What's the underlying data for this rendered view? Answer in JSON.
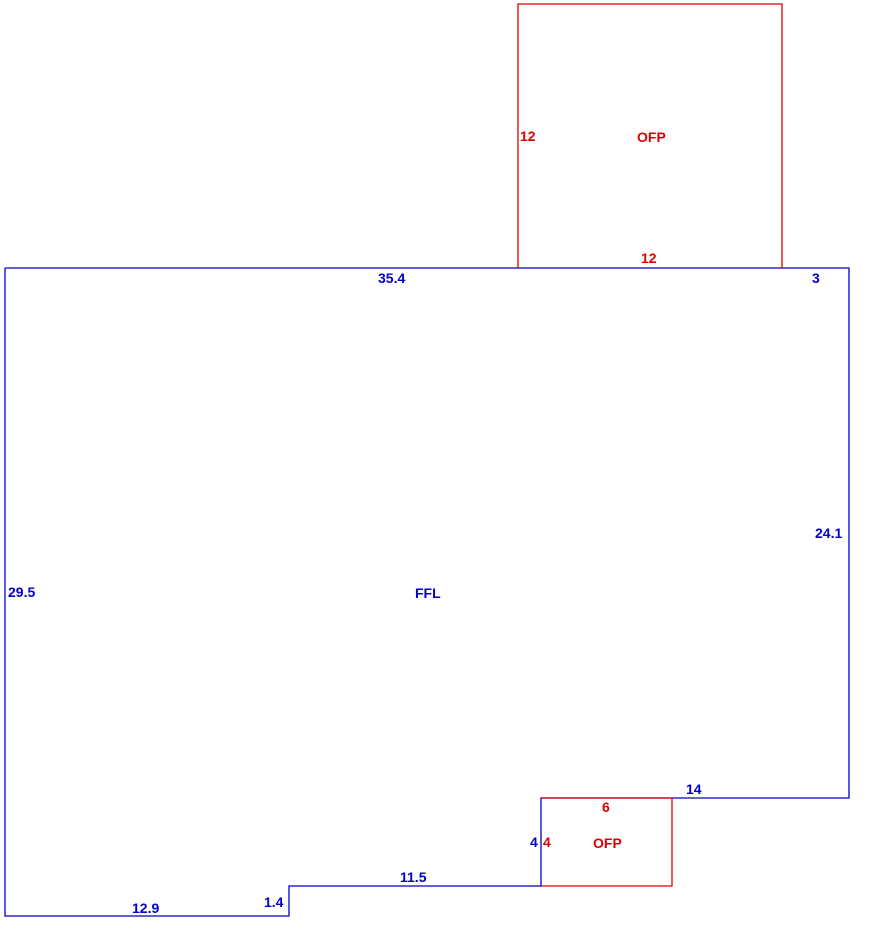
{
  "colors": {
    "main": "#0000cc",
    "porch": "#dd0000",
    "background": "#ffffff"
  },
  "areas": {
    "main": {
      "code": "FFL"
    },
    "porch_top": {
      "code": "OFP"
    },
    "porch_bottom": {
      "code": "OFP"
    }
  },
  "dimensions": {
    "main_top": "35.4",
    "main_top_right": "3",
    "main_right": "24.1",
    "main_notch": "14",
    "main_left": "29.5",
    "main_bottom_left": "12.9",
    "main_step": "1.4",
    "main_bottom_mid": "11.5",
    "main_inner": "4",
    "porch_top_side": "12",
    "porch_top_bottom": "12",
    "porch_bottom_top": "6",
    "porch_bottom_side": "4"
  }
}
